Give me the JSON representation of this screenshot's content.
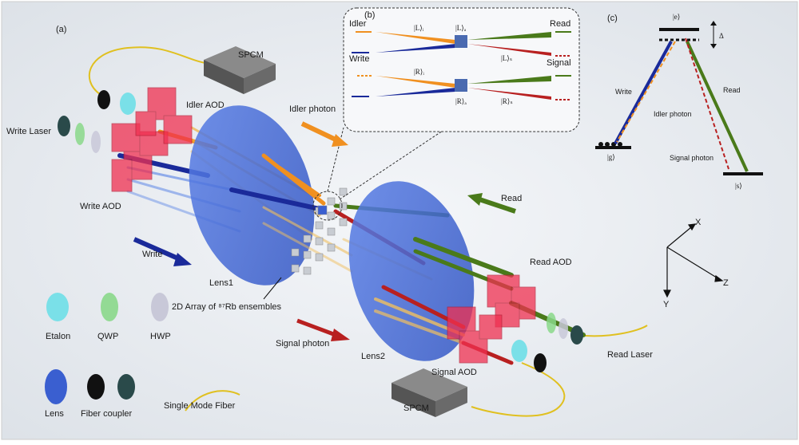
{
  "panels": {
    "a": "(a)",
    "b": "(b)",
    "c": "(c)"
  },
  "components": {
    "spcm_top": "SPCM",
    "spcm_bottom": "SPCM",
    "idler_aod": "Idler AOD",
    "write_laser": "Write Laser",
    "write_aod": "Write AOD",
    "idler_photon": "Idler photon",
    "write_beam": "Write",
    "read_beam": "Read",
    "lens1": "Lens1",
    "lens2": "Lens2",
    "array": "2D Array of ⁸⁷Rb ensembles",
    "read_aod": "Read AOD",
    "read_laser": "Read Laser",
    "signal_photon": "Signal photon",
    "signal_aod": "Signal AOD"
  },
  "legend": {
    "etalon": "Etalon",
    "qwp": "QWP",
    "hwp": "HWP",
    "lens": "Lens",
    "fiber_coupler": "Fiber coupler",
    "fiber": "Single Mode Fiber"
  },
  "inset_b": {
    "idler": "Idler",
    "write": "Write",
    "read": "Read",
    "signal": "Signal",
    "L_i": "|L⟩ᵢ",
    "L_a": "|L⟩ₐ",
    "L_s": "|L⟩ₛ",
    "R_i": "|R⟩ᵢ",
    "R_a": "|R⟩ₐ",
    "R_s": "|R⟩ₛ"
  },
  "inset_c": {
    "e": "|e⟩",
    "g": "|g⟩",
    "s": "|s⟩",
    "delta": "Δ",
    "write": "Write",
    "idler_photon": "Idler photon",
    "read": "Read",
    "signal_photon": "Signal photon"
  },
  "axes": {
    "x": "X",
    "y": "Y",
    "z": "Z"
  },
  "colors": {
    "write": "#1a2a9a",
    "read": "#4a7a1a",
    "idler": "#f09020",
    "signal": "#b82020",
    "lens": "#3a5fd0",
    "aod": "#f03050",
    "fiber": "#e0c020"
  }
}
